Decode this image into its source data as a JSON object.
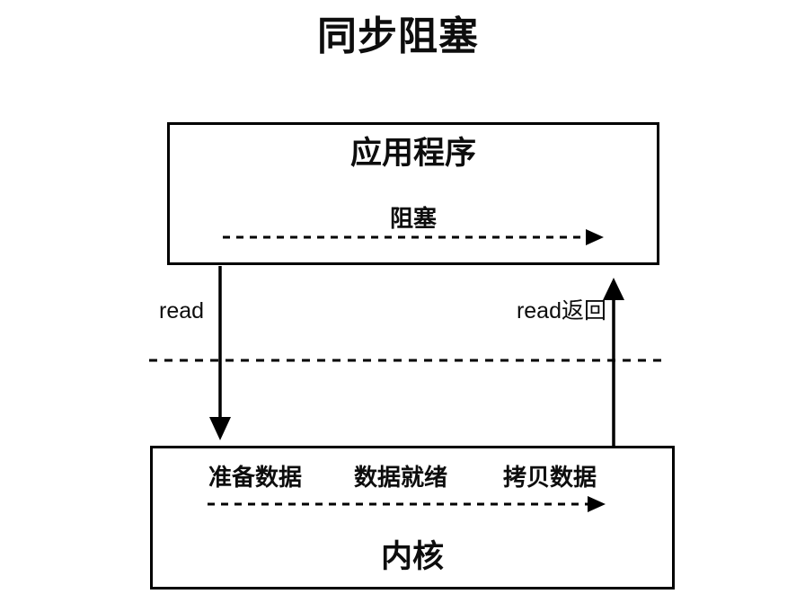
{
  "diagram": {
    "title": "同步阻塞",
    "type": "sequence-block-diagram",
    "background_color": "#ffffff",
    "stroke_color": "#000000"
  },
  "application_layer": {
    "box_name": "application-box",
    "title": "应用程序",
    "inner_label": "阻塞",
    "inner_arrow": {
      "name": "blocking-timeline-arrow",
      "style": "dashed",
      "direction": "right"
    }
  },
  "kernel_layer": {
    "box_name": "kernel-box",
    "title": "内核",
    "steps": [
      "准备数据",
      "数据就绪",
      "拷贝数据"
    ],
    "inner_arrow": {
      "name": "kernel-timeline-arrow",
      "style": "dashed",
      "direction": "right"
    }
  },
  "transitions": {
    "down_arrow": {
      "name": "read-call-arrow",
      "label": "read",
      "style": "solid",
      "direction": "down"
    },
    "up_arrow": {
      "name": "read-return-arrow",
      "label": "read返回",
      "style": "solid",
      "direction": "up"
    }
  },
  "boundary": {
    "name": "user-kernel-boundary",
    "style": "dashed",
    "label": ""
  }
}
